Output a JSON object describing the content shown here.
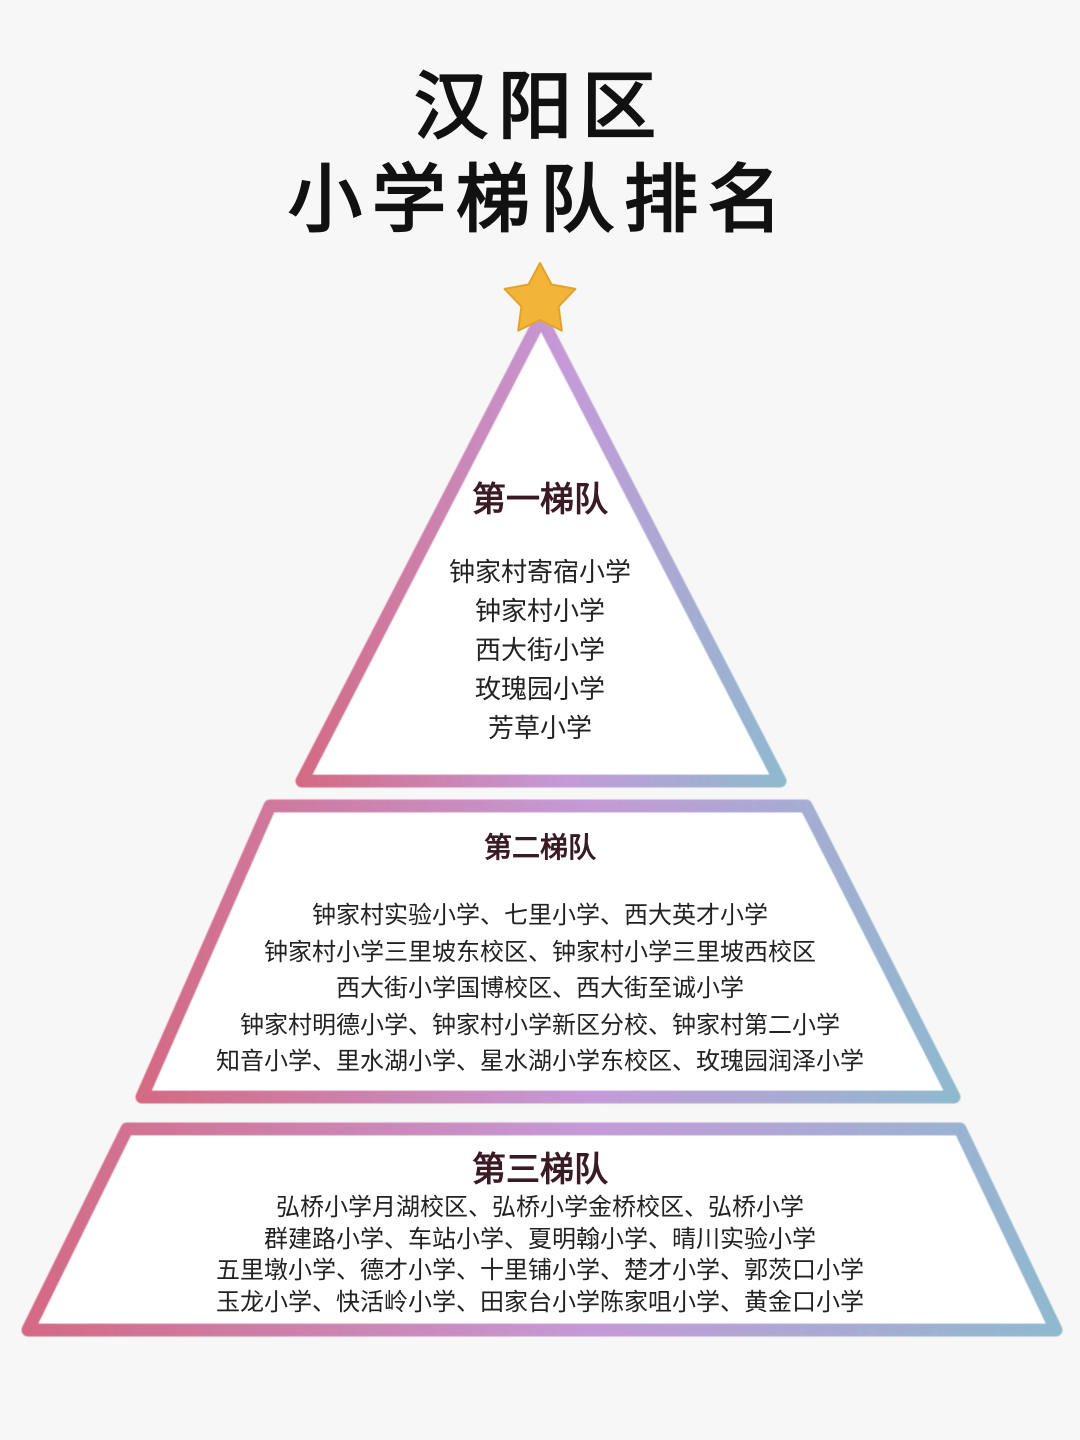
{
  "title": {
    "line1": "汉阳区",
    "line2": "小学梯队排名"
  },
  "colors": {
    "star": "#f2b53a",
    "frame_left": "#d46a84",
    "frame_mid": "#c59ad8",
    "frame_right": "#8fb9cf",
    "heading": "#3a1b24"
  },
  "icons": {
    "top": "star-icon"
  },
  "tiers": [
    {
      "heading": "第一梯队",
      "items": [
        "钟家村寄宿小学",
        "钟家村小学",
        "西大街小学",
        "玫瑰园小学",
        "芳草小学"
      ]
    },
    {
      "heading": "第二梯队",
      "items": [
        "钟家村实验小学、七里小学、西大英才小学",
        "钟家村小学三里坡东校区、钟家村小学三里坡西校区",
        "西大街小学国博校区、西大街至诚小学",
        "钟家村明德小学、钟家村小学新区分校、钟家村第二小学",
        "知音小学、里水湖小学、星水湖小学东校区、玫瑰园润泽小学"
      ]
    },
    {
      "heading": "第三梯队",
      "items": [
        "弘桥小学月湖校区、弘桥小学金桥校区、弘桥小学",
        "群建路小学、车站小学、夏明翰小学、晴川实验小学",
        "五里墩小学、德才小学、十里铺小学、楚才小学、郭茨口小学",
        "玉龙小学、快活岭小学、田家台小学陈家咀小学、黄金口小学"
      ]
    }
  ]
}
